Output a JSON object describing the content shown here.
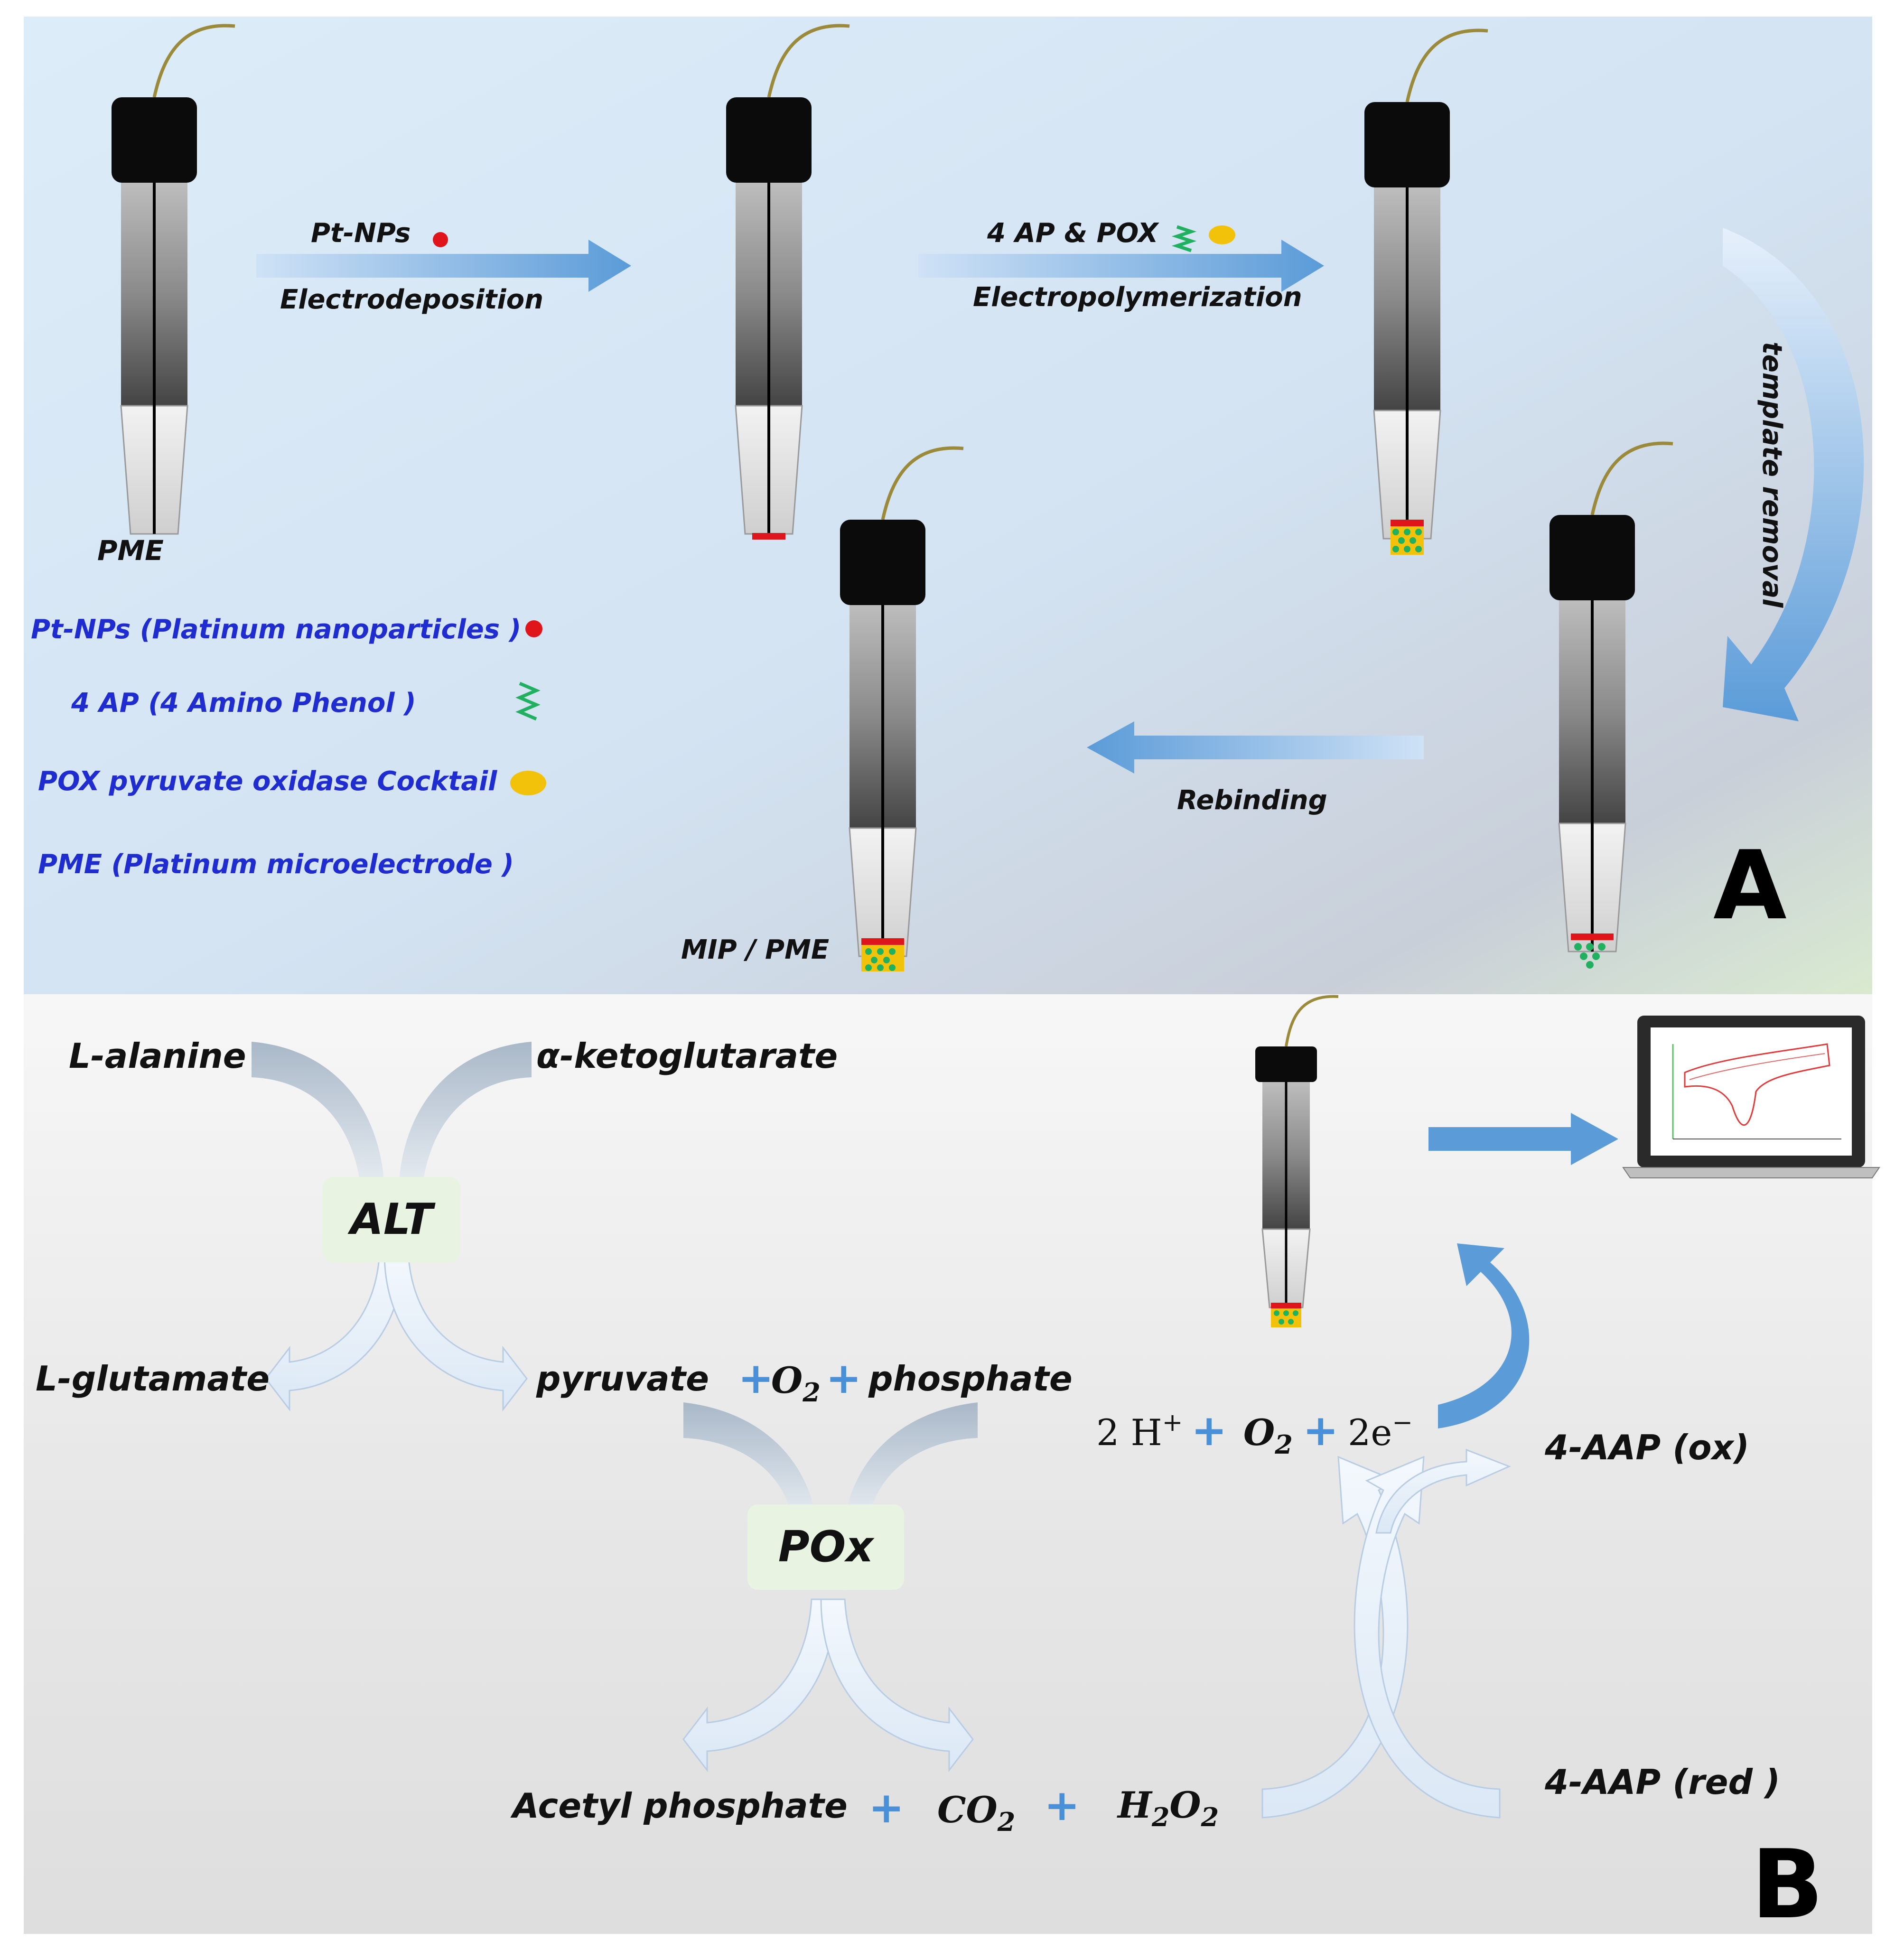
{
  "panel_a": {
    "letter": "A",
    "labels": {
      "pme": "PME",
      "ptnps": "Pt-NPs",
      "electrodeposition": "Electrodeposition",
      "ap_pox": "4 AP & POX",
      "electropolymerization": "Electropolymerization",
      "template_removal": "template removal",
      "rebinding": "Rebinding",
      "mip_pme": "MIP / PME"
    },
    "legend": [
      "Pt-NPs (Platinum nanoparticles )",
      "4 AP (4 Amino Phenol )",
      "POX pyruvate oxidase Cocktail",
      "PME  (Platinum microelectrode )"
    ]
  },
  "panel_b": {
    "letter": "B",
    "substrates": {
      "l_alanine": "L-alanine",
      "a_keto": "α-ketoglutarate"
    },
    "enzymes": {
      "alt": "ALT",
      "pox": "POx"
    },
    "products": {
      "l_glutamate": "L-glutamate",
      "pyruvate": "pyruvate",
      "o2": "O",
      "o2_sub": "2",
      "phosphate": "phosphate",
      "acetyl_phosphate": "Acetyl phosphate",
      "co2": "CO",
      "co2_sub": "2",
      "h2o2_h": "H",
      "h2o2_h_sub": "2",
      "h2o2_o": "O",
      "h2o2_o_sub": "2"
    },
    "electrode_reaction": {
      "two_h": "2 H",
      "h_sup": "+",
      "o2": "O",
      "o2_sub": "2",
      "two_e": "2e",
      "e_sup": "−"
    },
    "aap": {
      "ox": "4-AAP (ox)",
      "red": "4-AAP (red )"
    },
    "plus": "+"
  },
  "colors": {
    "arrow_blue": "#5a9bd8",
    "legend_text": "#1f2ccf",
    "ptnp_red": "#e0141b",
    "ap_green": "#20b060",
    "pox_yellow": "#f2c20a",
    "wire": "#9a8a3a",
    "enzyme_box": "#e8f3e2"
  }
}
